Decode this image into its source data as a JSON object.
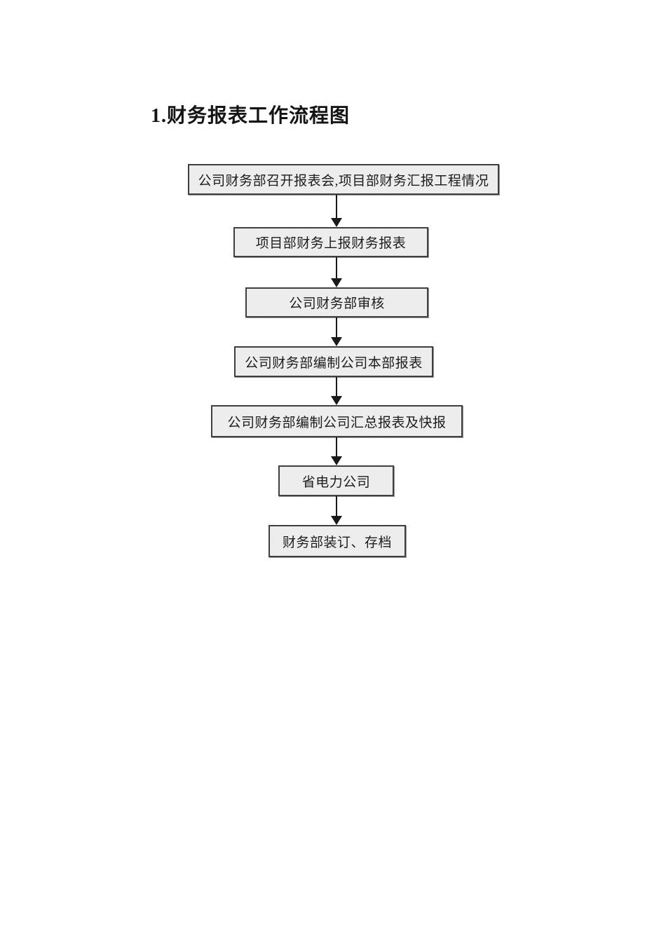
{
  "page": {
    "title": "1.财务报表工作流程图"
  },
  "flowchart": {
    "type": "vertical-flow",
    "boxes": [
      {
        "label": "公司财务部召开报表会,项目部财务汇报工程情况"
      },
      {
        "label": "项目部财务上报财务报表"
      },
      {
        "label": "公司财务部审核"
      },
      {
        "label": "公司财务部编制公司本部报表"
      },
      {
        "label": "公司财务部编制公司汇总报表及快报"
      },
      {
        "label": "省电力公司"
      },
      {
        "label": "财务部装订、存档"
      }
    ],
    "connectors": "solid downward arrows between consecutive boxes",
    "colors": {
      "page_background": "#ffffff",
      "box_fill": "#eaeaea",
      "box_border": "#3f3f3f",
      "arrow": "#1a1a1a",
      "text": "#1c1c1c"
    }
  }
}
